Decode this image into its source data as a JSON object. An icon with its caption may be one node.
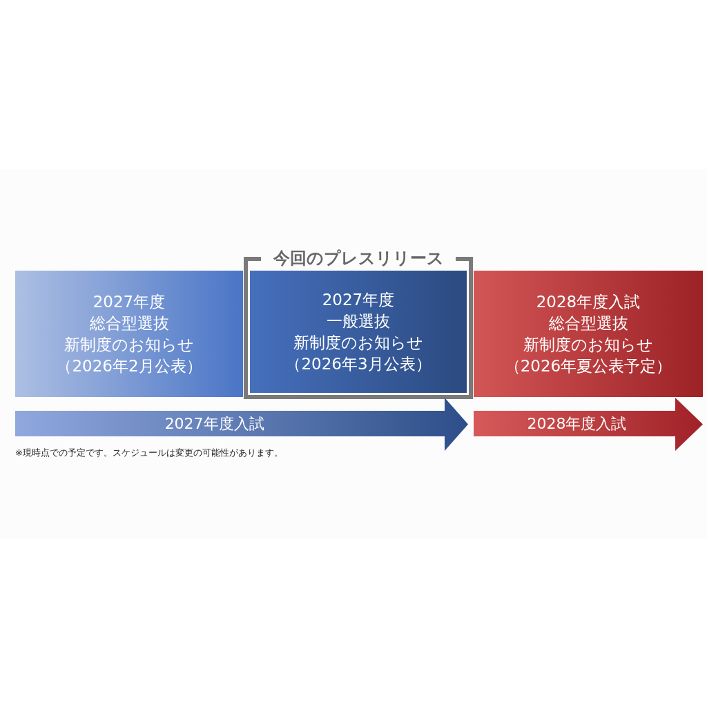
{
  "diagram": {
    "nodes": [
      {
        "text": [
          "2027年度",
          "総合型選抜",
          "新制度のお知らせ",
          "（2026年2月公表）"
        ]
      },
      {
        "text": [
          "今回のプレスリリース"
        ]
      },
      {
        "text": [
          "2027年度",
          "一般選抜",
          "新制度のお知らせ",
          "（2026年3月公表）"
        ],
        "in": 1
      },
      {
        "text": [
          "2028年度入試",
          "総合型選抜",
          "新制度のお知らせ",
          "（2026年夏公表予定）"
        ]
      },
      {
        "text": [
          "2027年度入試"
        ]
      },
      {
        "text": [
          "2028年度入試"
        ]
      }
    ],
    "edges": [],
    "labels": [
      "※現時点での予定です。スケジュールは変更の可能性があります。"
    ]
  }
}
